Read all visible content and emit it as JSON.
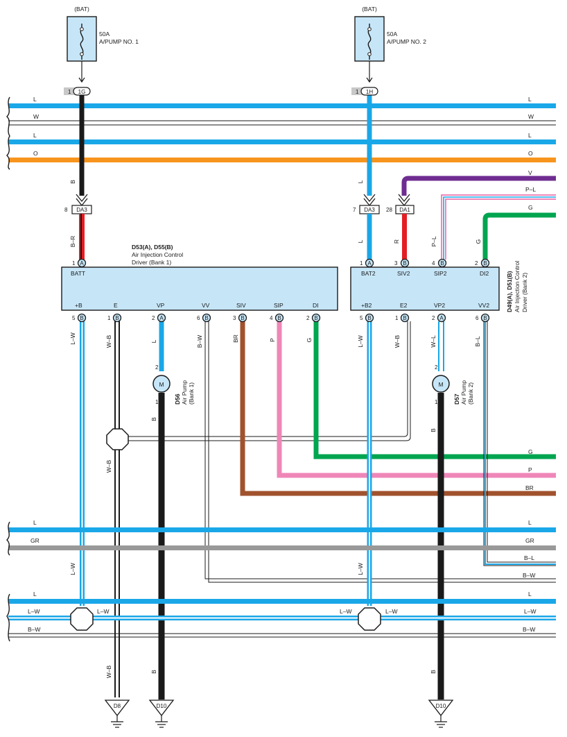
{
  "colors": {
    "L": "#1aa7e8",
    "W": "#ffffff",
    "O": "#f7941d",
    "V": "#6f2c91",
    "P": "#ef86b8",
    "G": "#00a550",
    "BR": "#a0522d",
    "GR": "#999999",
    "B": "#1a1a1a",
    "R": "#e31e24",
    "panel": "#c6e6f8"
  },
  "fuses": [
    {
      "source": "(BAT)",
      "rating": "50A",
      "name": "A/PUMP NO. 1"
    },
    {
      "source": "(BAT)",
      "rating": "50A",
      "name": "A/PUMP NO. 2"
    }
  ],
  "junctions": [
    {
      "pin": "1",
      "id": "1G"
    },
    {
      "pin": "1",
      "id": "1H"
    }
  ],
  "bus_top": [
    {
      "color": "L",
      "label": "L"
    },
    {
      "color": "W",
      "label": "W"
    },
    {
      "color": "L",
      "label": "L"
    },
    {
      "color": "O",
      "label": "O"
    }
  ],
  "right_inputs": [
    {
      "color": "V",
      "label": "V"
    },
    {
      "color": "P-L",
      "label": "P–L"
    },
    {
      "color": "G",
      "label": "G"
    }
  ],
  "connectors": [
    {
      "pin": "8",
      "id": "DA3"
    },
    {
      "pin": "7",
      "id": "DA3"
    },
    {
      "pin": "28",
      "id": "DA1"
    }
  ],
  "wire_labels": {
    "bat1_b": "B",
    "bat1_br": "B–R",
    "bat2_l": "L",
    "bat2_l2": "L",
    "siv2_r": "R",
    "sip2_pl": "P–L",
    "di2_g": "G"
  },
  "driver1": {
    "title": "D53(A), D55(B)",
    "desc1": "Air Injection Control",
    "desc2": "Driver (Bank 1)",
    "top_pin": {
      "num": "1",
      "letter": "A",
      "label": "BATT"
    },
    "pins": [
      {
        "num": "5",
        "letter": "B",
        "label": "+B",
        "wire": "L–W"
      },
      {
        "num": "1",
        "letter": "B",
        "label": "E",
        "wire": "W–B"
      },
      {
        "num": "2",
        "letter": "A",
        "label": "VP",
        "wire": "L"
      },
      {
        "num": "6",
        "letter": "B",
        "label": "VV",
        "wire": "B–W"
      },
      {
        "num": "3",
        "letter": "B",
        "label": "SIV",
        "wire": "BR"
      },
      {
        "num": "4",
        "letter": "B",
        "label": "SIP",
        "wire": "P"
      },
      {
        "num": "2",
        "letter": "B",
        "label": "DI",
        "wire": "G"
      }
    ]
  },
  "driver2": {
    "title": "D49(A), D51(B)",
    "desc1": "Air Injection Control",
    "desc2": "Driver (Bank 2)",
    "top_pins": [
      {
        "num": "1",
        "letter": "A",
        "label": "BAT2"
      },
      {
        "num": "3",
        "letter": "B",
        "label": "SIV2"
      },
      {
        "num": "4",
        "letter": "B",
        "label": "SIP2"
      },
      {
        "num": "2",
        "letter": "B",
        "label": "DI2"
      }
    ],
    "pins": [
      {
        "num": "5",
        "letter": "B",
        "label": "+B2",
        "wire": "L–W"
      },
      {
        "num": "1",
        "letter": "B",
        "label": "E2",
        "wire": "W–B"
      },
      {
        "num": "2",
        "letter": "A",
        "label": "VP2",
        "wire": "W–L"
      },
      {
        "num": "6",
        "letter": "B",
        "label": "VV2",
        "wire": "B–L"
      }
    ]
  },
  "pump1": {
    "id": "D56",
    "name": "Air Pump",
    "bank": "(Bank 1)",
    "symbol": "M",
    "pin_top": "2",
    "pin_bottom": "1",
    "wire_out": "B"
  },
  "pump2": {
    "id": "D57",
    "name": "Air Pump",
    "bank": "(Bank 2)",
    "symbol": "M",
    "pin_top": "2",
    "pin_bottom": "1",
    "wire_out": "B"
  },
  "mid_outputs": [
    {
      "color": "G",
      "label": "G"
    },
    {
      "color": "P",
      "label": "P"
    },
    {
      "color": "BR",
      "label": "BR"
    }
  ],
  "bus_bottom": [
    {
      "color": "L",
      "label": "L"
    },
    {
      "color": "GR",
      "label": "GR"
    },
    {
      "color": "B-L",
      "label": "B–L"
    },
    {
      "color": "B-W",
      "label": "B–W"
    },
    {
      "color": "L",
      "label": "L"
    },
    {
      "color": "L-W",
      "label": "L–W"
    },
    {
      "color": "B-W",
      "label": "B–W"
    }
  ],
  "lower_wire_labels": {
    "e_wb": "W–B",
    "plus_b_lw": "L–W",
    "splice1_lw_l": "L–W",
    "splice1_lw_r": "L–W",
    "splice2_lw_l": "L–W",
    "splice2_lw_r": "L–W",
    "vp_b": "B",
    "ground1_wb": "W–B",
    "ground2_b": "B",
    "ground3_b": "B",
    "bat2_lw": "L–W"
  },
  "grounds": [
    "D8",
    "D10",
    "D10"
  ]
}
